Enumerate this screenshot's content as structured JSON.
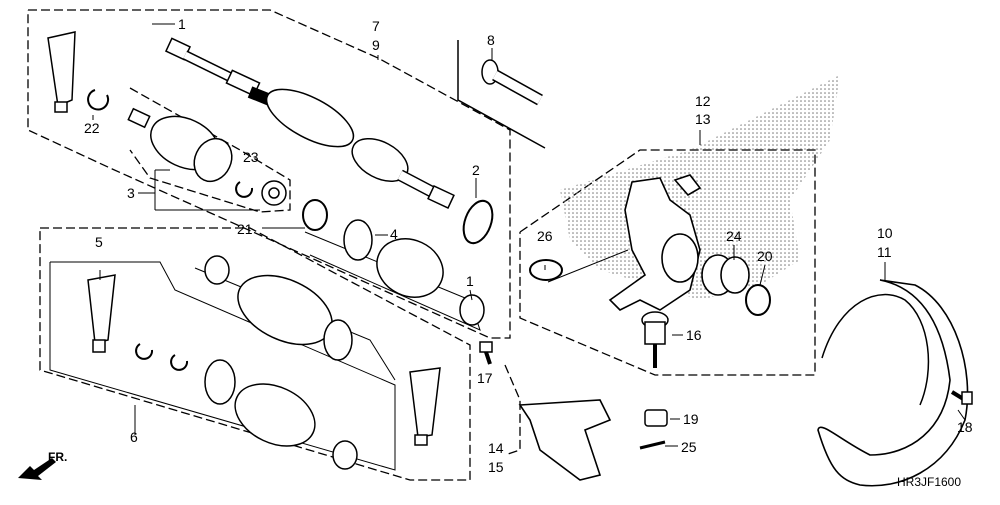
{
  "diagram": {
    "code": "HR3JF1600",
    "direction_label": "FR.",
    "callouts": {
      "c1a": "1",
      "c1b": "1",
      "c2": "2",
      "c3": "3",
      "c4": "4",
      "c5": "5",
      "c6": "6",
      "c7": "7",
      "c9": "9",
      "c8": "8",
      "c10": "10",
      "c11": "11",
      "c12": "12",
      "c13": "13",
      "c14": "14",
      "c15": "15",
      "c16": "16",
      "c17": "17",
      "c18": "18",
      "c19": "19",
      "c20": "20",
      "c21": "21",
      "c22": "22",
      "c23": "23",
      "c24": "24",
      "c25": "25",
      "c26": "26"
    }
  }
}
